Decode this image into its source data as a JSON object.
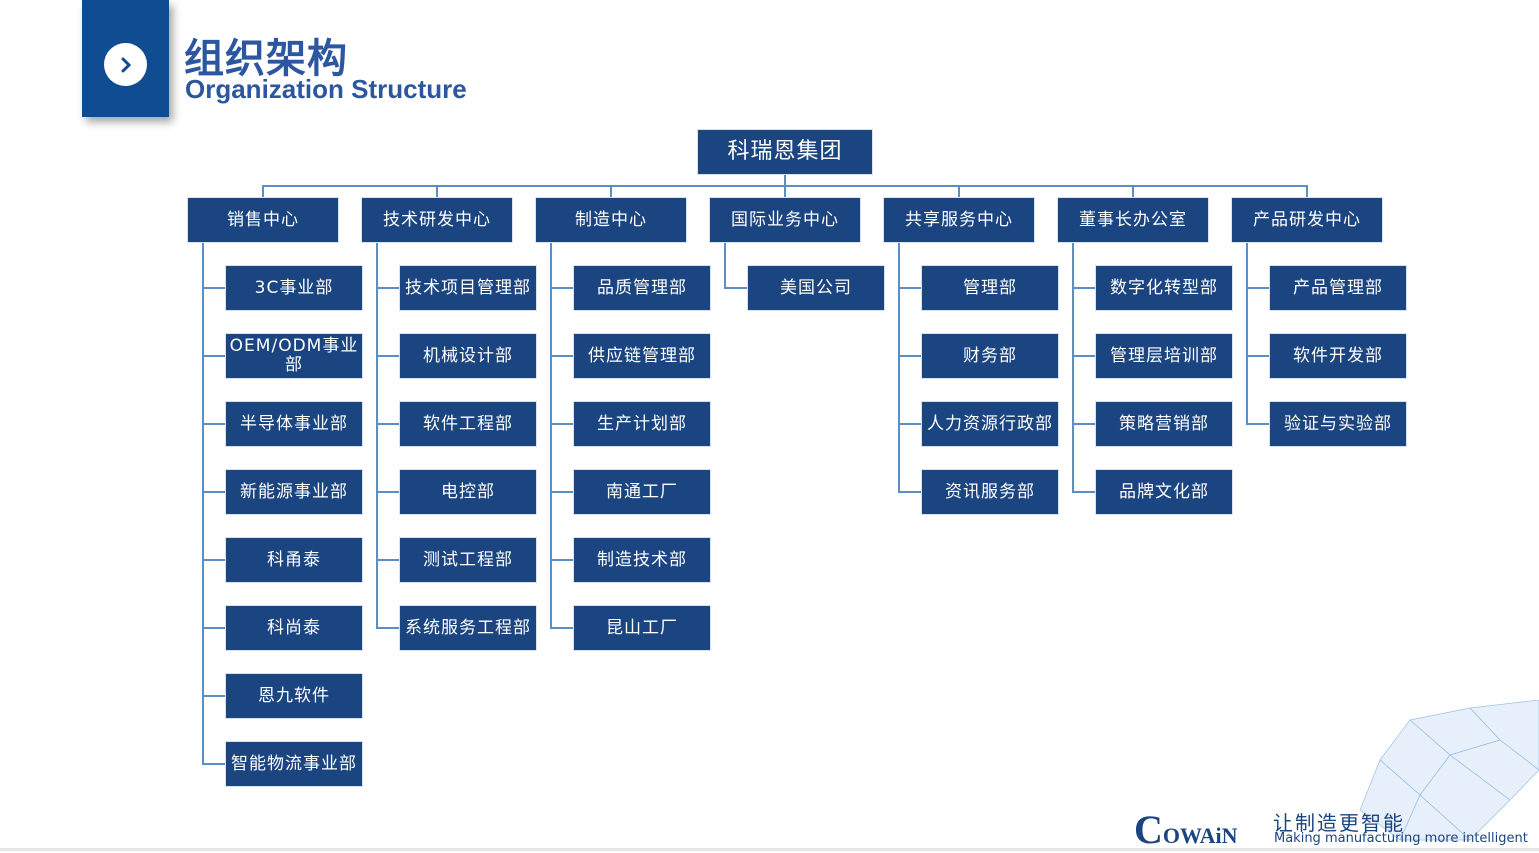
{
  "header": {
    "title_cn": "组织架构",
    "title_en": "Organization Structure"
  },
  "root": "科瑞恩集团",
  "centers": [
    {
      "label": "销售中心",
      "children": [
        "3C事业部",
        "OEM/ODM事业部",
        "半导体事业部",
        "新能源事业部",
        "科甬泰",
        "科尚泰",
        "恩九软件",
        "智能物流事业部"
      ]
    },
    {
      "label": "技术研发中心",
      "children": [
        "技术项目管理部",
        "机械设计部",
        "软件工程部",
        "电控部",
        "测试工程部",
        "系统服务工程部"
      ]
    },
    {
      "label": "制造中心",
      "children": [
        "品质管理部",
        "供应链管理部",
        "生产计划部",
        "南通工厂",
        "制造技术部",
        "昆山工厂"
      ]
    },
    {
      "label": "国际业务中心",
      "children": [
        "美国公司"
      ]
    },
    {
      "label": "共享服务中心",
      "children": [
        "管理部",
        "财务部",
        "人力资源行政部",
        "资讯服务部"
      ]
    },
    {
      "label": "董事长办公室",
      "children": [
        "数字化转型部",
        "管理层培训部",
        "策略营销部",
        "品牌文化部"
      ]
    },
    {
      "label": "产品研发中心",
      "children": [
        "产品管理部",
        "软件开发部",
        "验证与实验部"
      ]
    }
  ],
  "footer": {
    "logo": "COWAIN",
    "slogan_cn": "让制造更智能",
    "slogan_en": "Making manufacturing more intelligent"
  },
  "colors": {
    "box": "#1b4580",
    "line": "#5b8ec4",
    "accent": "#0f4c92"
  }
}
